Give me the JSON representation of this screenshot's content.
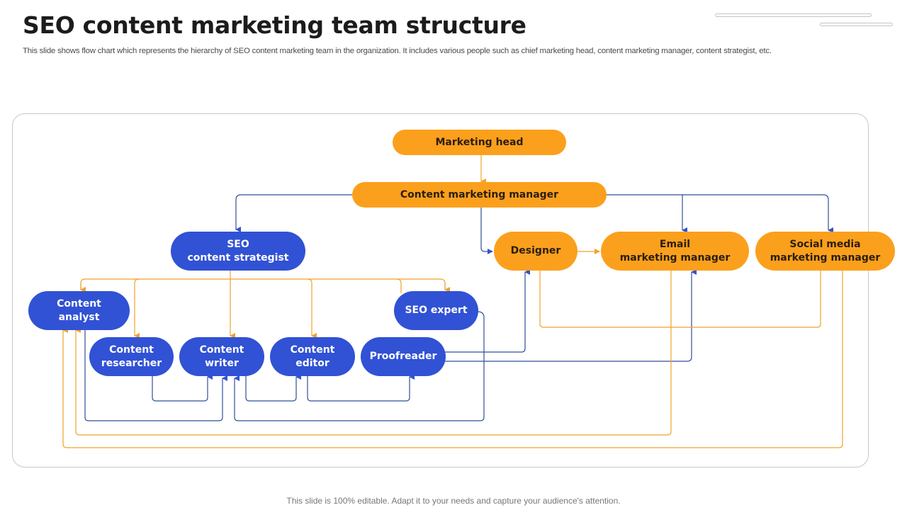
{
  "slide": {
    "title": "SEO content marketing team structure",
    "subtitle": "This slide shows flow chart which represents the hierarchy of SEO content marketing team in the organization. It includes various people such as chief marketing head, content marketing manager, content strategist, etc.",
    "footer": "This slide is 100% editable. Adapt it to your needs and capture your audience's attention."
  },
  "colors": {
    "orange": "#fba01c",
    "blue": "#3152d4",
    "orange_line": "#f0a22a",
    "blue_line": "#2f4f9a"
  },
  "nodes": {
    "marketing_head": "Marketing head",
    "content_marketing_manager": "Content marketing manager",
    "seo_content_strategist": "SEO\ncontent strategist",
    "designer": "Designer",
    "email_marketing_manager": "Email\nmarketing manager",
    "social_media_marketing_manager": "Social media\nmarketing manager",
    "content_analyst": "Content\nanalyst",
    "seo_expert": "SEO expert",
    "content_researcher": "Content\nresearcher",
    "content_writer": "Content\nwriter",
    "content_editor": "Content\neditor",
    "proofreader": "Proofreader"
  },
  "edges": [
    {
      "from": "marketing_head",
      "to": "content_marketing_manager",
      "color": "orange"
    },
    {
      "from": "content_marketing_manager",
      "to": "seo_content_strategist",
      "color": "blue"
    },
    {
      "from": "content_marketing_manager",
      "to": "designer",
      "color": "blue"
    },
    {
      "from": "content_marketing_manager",
      "to": "email_marketing_manager",
      "color": "blue"
    },
    {
      "from": "content_marketing_manager",
      "to": "social_media_marketing_manager",
      "color": "blue"
    },
    {
      "from": "designer",
      "to": "email_marketing_manager",
      "color": "orange"
    },
    {
      "from": "seo_content_strategist",
      "to": "content_analyst",
      "color": "orange"
    },
    {
      "from": "seo_content_strategist",
      "to": "content_researcher",
      "color": "orange"
    },
    {
      "from": "seo_content_strategist",
      "to": "content_writer",
      "color": "orange"
    },
    {
      "from": "seo_content_strategist",
      "to": "content_editor",
      "color": "orange"
    },
    {
      "from": "seo_content_strategist",
      "to": "seo_expert",
      "color": "orange"
    },
    {
      "from": "content_researcher",
      "to": "content_writer",
      "color": "blue"
    },
    {
      "from": "content_analyst",
      "to": "content_writer",
      "color": "blue"
    },
    {
      "from": "seo_expert",
      "to": "content_writer",
      "color": "blue"
    },
    {
      "from": "content_writer",
      "to": "content_editor",
      "color": "blue"
    },
    {
      "from": "content_editor",
      "to": "proofreader",
      "color": "blue"
    },
    {
      "from": "proofreader",
      "to": "designer",
      "color": "blue"
    },
    {
      "from": "proofreader",
      "to": "email_marketing_manager",
      "color": "blue"
    },
    {
      "from": "designer",
      "to": "social_media_marketing_manager",
      "color": "orange"
    },
    {
      "from": "email_marketing_manager",
      "to": "content_analyst",
      "color": "orange"
    },
    {
      "from": "social_media_marketing_manager",
      "to": "content_analyst",
      "color": "orange"
    }
  ]
}
